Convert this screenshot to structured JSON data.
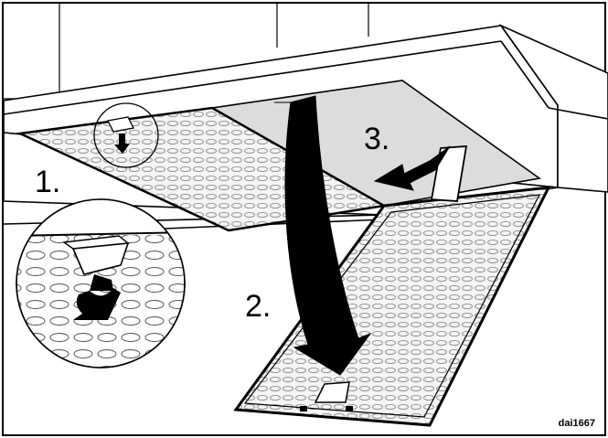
{
  "steps": [
    "1.",
    "2.",
    "3."
  ],
  "figure_code": "dai1667",
  "colors": {
    "line": "#000000",
    "mesh": "#9a9a9a",
    "shade": "#dcdcdc",
    "paper": "#ffffff"
  }
}
